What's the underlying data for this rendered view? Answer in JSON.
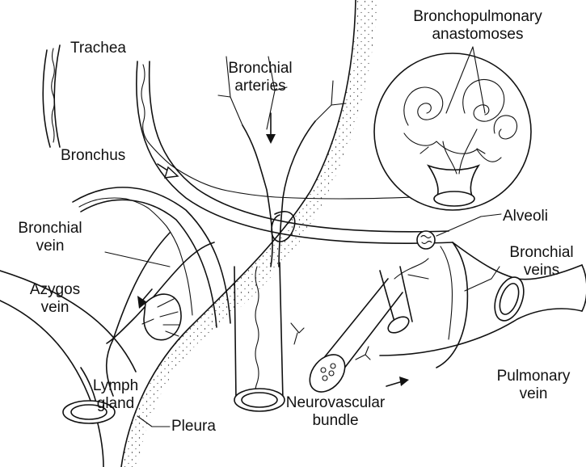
{
  "labels": {
    "trachea": "Trachea",
    "bronchial_arteries_1": "Bronchial",
    "bronchial_arteries_2": "arteries",
    "bronchopulmonary_1": "Bronchopulmonary",
    "bronchopulmonary_2": "anastomoses",
    "bronchus": "Bronchus",
    "bronchial_vein_1": "Bronchial",
    "bronchial_vein_2": "vein",
    "azygos_1": "Azygos",
    "azygos_2": "vein",
    "alveoli": "Alveoli",
    "bronchial_veins_1": "Bronchial",
    "bronchial_veins_2": "veins",
    "lymph_1": "Lymph",
    "lymph_2": "gland",
    "pulmonary_vein_1": "Pulmonary",
    "pulmonary_vein_2": "vein",
    "neurovascular_1": "Neurovascular",
    "neurovascular_2": "bundle",
    "pleura": "Pleura"
  }
}
